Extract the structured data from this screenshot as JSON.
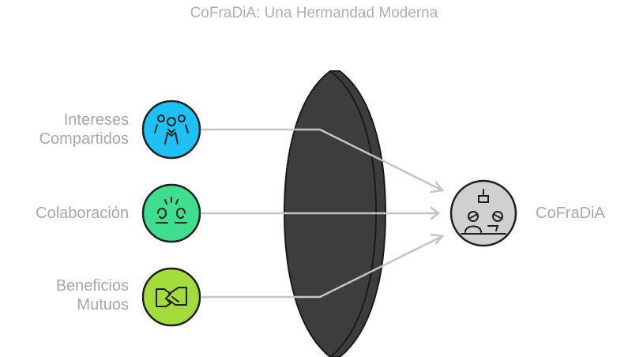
{
  "title": "CoFraDiA: Una Hermandad Moderna",
  "inputs": [
    {
      "lines": [
        "Intereses",
        "Compartidos"
      ],
      "color": "#1ec1f7",
      "icon": "group-of-people-icon"
    },
    {
      "lines": [
        "Colaboración"
      ],
      "color": "#3fde8e",
      "icon": "collaboration-hands-icon"
    },
    {
      "lines": [
        "Beneficios",
        "Mutuos"
      ],
      "color": "#a4dc3c",
      "icon": "handshake-icon"
    }
  ],
  "output": {
    "label": "CoFraDiA",
    "color": "#d0d0d0",
    "icon": "meeting-table-icon"
  },
  "lens": {
    "color": "#3d3d3d"
  }
}
